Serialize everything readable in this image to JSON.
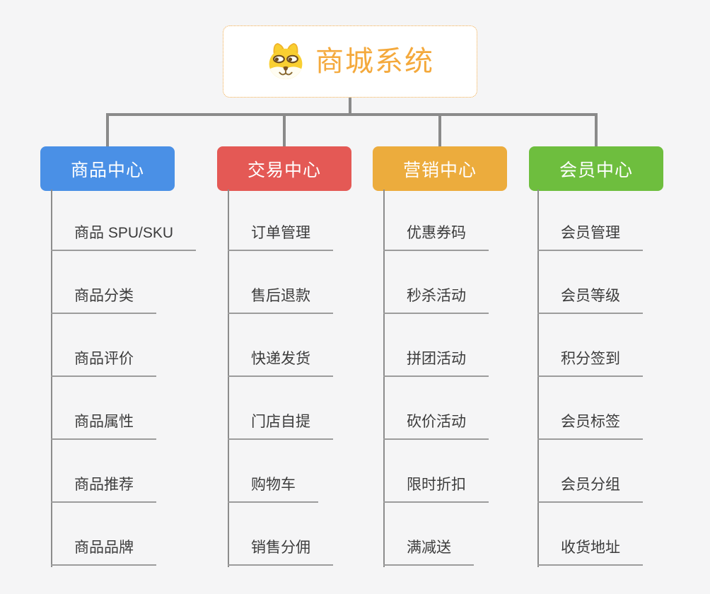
{
  "canvas": {
    "background": "#f5f5f6"
  },
  "root": {
    "title": "商城系统",
    "icon": "dog-face-icon",
    "title_color": "#f4a93c",
    "border_color": "#f0aa49",
    "background": "#ffffff"
  },
  "connector_color": "#8a8a8a",
  "branches": [
    {
      "label": "商品中心",
      "color": "#4a90e6",
      "children": [
        "商品 SPU/SKU",
        "商品分类",
        "商品评价",
        "商品属性",
        "商品推荐",
        "商品品牌"
      ]
    },
    {
      "label": "交易中心",
      "color": "#e45955",
      "children": [
        "订单管理",
        "售后退款",
        "快递发货",
        "门店自提",
        "购物车",
        "销售分佣"
      ]
    },
    {
      "label": "营销中心",
      "color": "#ecac3d",
      "children": [
        "优惠券码",
        "秒杀活动",
        "拼团活动",
        "砍价活动",
        "限时折扣",
        "满减送"
      ]
    },
    {
      "label": "会员中心",
      "color": "#6ebe3e",
      "children": [
        "会员管理",
        "会员等级",
        "积分签到",
        "会员标签",
        "会员分组",
        "收货地址"
      ]
    }
  ]
}
